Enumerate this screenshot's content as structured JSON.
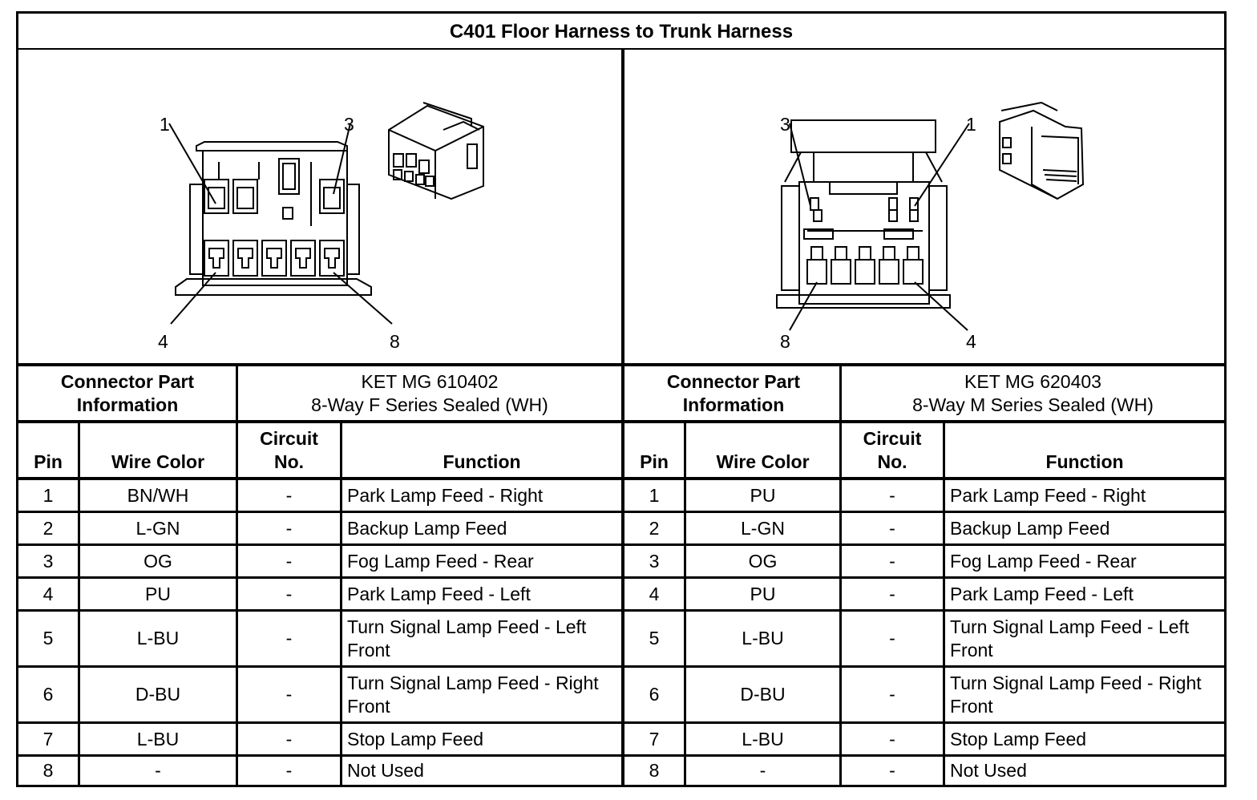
{
  "title": "C401 Floor Harness to Trunk Harness",
  "left": {
    "callouts": [
      "1",
      "3",
      "4",
      "8"
    ],
    "connector_info_label": "Connector Part Information",
    "part_line1": "KET MG 610402",
    "part_line2": "8-Way F Series Sealed (WH)",
    "headers": {
      "pin": "Pin",
      "wire_color": "Wire Color",
      "circuit": "Circuit No.",
      "function": "Function"
    },
    "rows": [
      {
        "pin": "1",
        "color": "BN/WH",
        "circuit": "-",
        "function": "Park Lamp Feed - Right"
      },
      {
        "pin": "2",
        "color": "L-GN",
        "circuit": "-",
        "function": "Backup Lamp Feed"
      },
      {
        "pin": "3",
        "color": "OG",
        "circuit": "-",
        "function": "Fog Lamp Feed - Rear"
      },
      {
        "pin": "4",
        "color": "PU",
        "circuit": "-",
        "function": "Park Lamp Feed - Left"
      },
      {
        "pin": "5",
        "color": "L-BU",
        "circuit": "-",
        "function": "Turn Signal Lamp Feed - Left Front"
      },
      {
        "pin": "6",
        "color": "D-BU",
        "circuit": "-",
        "function": "Turn Signal Lamp Feed - Right Front"
      },
      {
        "pin": "7",
        "color": "L-BU",
        "circuit": "-",
        "function": "Stop Lamp Feed"
      },
      {
        "pin": "8",
        "color": "-",
        "circuit": "-",
        "function": "Not Used"
      }
    ]
  },
  "right": {
    "callouts": [
      "3",
      "1",
      "8",
      "4"
    ],
    "connector_info_label": "Connector Part Information",
    "part_line1": "KET MG 620403",
    "part_line2": "8-Way M Series Sealed (WH)",
    "headers": {
      "pin": "Pin",
      "wire_color": "Wire Color",
      "circuit": "Circuit No.",
      "function": "Function"
    },
    "rows": [
      {
        "pin": "1",
        "color": "PU",
        "circuit": "-",
        "function": "Park Lamp Feed - Right"
      },
      {
        "pin": "2",
        "color": "L-GN",
        "circuit": "-",
        "function": "Backup Lamp Feed"
      },
      {
        "pin": "3",
        "color": "OG",
        "circuit": "-",
        "function": "Fog Lamp Feed - Rear"
      },
      {
        "pin": "4",
        "color": "PU",
        "circuit": "-",
        "function": "Park Lamp Feed - Left"
      },
      {
        "pin": "5",
        "color": "L-BU",
        "circuit": "-",
        "function": "Turn Signal Lamp Feed - Left Front"
      },
      {
        "pin": "6",
        "color": "D-BU",
        "circuit": "-",
        "function": "Turn Signal Lamp Feed - Right Front"
      },
      {
        "pin": "7",
        "color": "L-BU",
        "circuit": "-",
        "function": "Stop Lamp Feed"
      },
      {
        "pin": "8",
        "color": "-",
        "circuit": "-",
        "function": "Not Used"
      }
    ]
  }
}
